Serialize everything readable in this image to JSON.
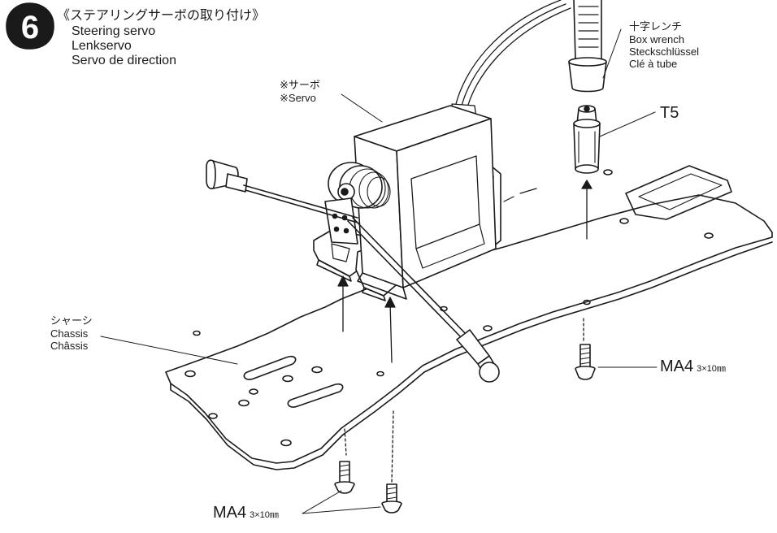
{
  "step": {
    "number": "6",
    "title_jp": "《ステアリングサーボの取り付け》",
    "title_en": "Steering servo",
    "title_de": "Lenkservo",
    "title_fr": "Servo de direction"
  },
  "servo": {
    "label_jp": "※サーボ",
    "label_en": "※Servo"
  },
  "tool": {
    "label_jp": "十字レンチ",
    "label_en": "Box wrench",
    "label_de": "Steckschlüssel",
    "label_fr": "Clé à tube"
  },
  "nut": {
    "code": "T5"
  },
  "chassis": {
    "label_jp": "シャーシ",
    "label_en": "Chassis",
    "label_fr": "Châssis"
  },
  "screw_right": {
    "code": "MA4",
    "size": "3×10㎜"
  },
  "screw_bottom": {
    "code": "MA4",
    "size": "3×10㎜"
  },
  "colors": {
    "line": "#1a1a1a",
    "fill": "#ffffff"
  }
}
